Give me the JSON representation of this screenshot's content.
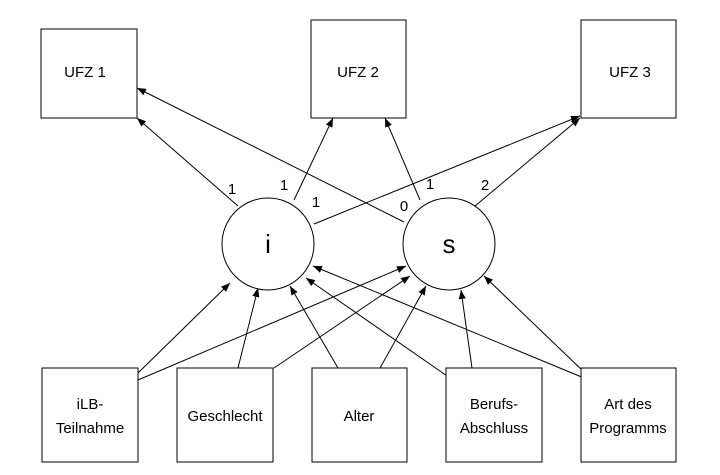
{
  "outcomes": [
    {
      "id": "ufz1",
      "label": "UFZ 1"
    },
    {
      "id": "ufz2",
      "label": "UFZ 2"
    },
    {
      "id": "ufz3",
      "label": "UFZ 3"
    }
  ],
  "latents": [
    {
      "id": "i",
      "label": "i"
    },
    {
      "id": "s",
      "label": "s"
    }
  ],
  "predictors": [
    {
      "id": "ilb",
      "lines": [
        "iLB-",
        "Teilnahme"
      ]
    },
    {
      "id": "geschlecht",
      "lines": [
        "Geschlecht"
      ]
    },
    {
      "id": "alter",
      "lines": [
        "Alter"
      ]
    },
    {
      "id": "beruf",
      "lines": [
        "Berufs-",
        "Abschluss"
      ]
    },
    {
      "id": "art",
      "lines": [
        "Art des",
        "Programms"
      ]
    }
  ],
  "loadings": {
    "i": {
      "ufz1": "1",
      "ufz2": "1",
      "ufz3": "1"
    },
    "s": {
      "ufz1": "0",
      "ufz2": "1",
      "ufz3": "2"
    }
  }
}
